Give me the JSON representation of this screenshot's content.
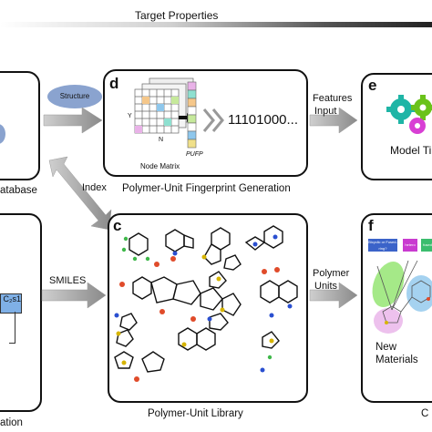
{
  "header": {
    "title": "Target Properties"
  },
  "panels": {
    "a": {
      "caption": "atabase"
    },
    "b": {
      "caption": "ation"
    },
    "c": {
      "letter": "c",
      "caption": "Polymer-Unit Library"
    },
    "d": {
      "letter": "d",
      "caption": "Polymer-Unit Fingerprint Generation",
      "matrix_label": "Node Matrix",
      "fingerprint": "11101000...",
      "vec_label": "PUFP",
      "axis_n": "N",
      "axis_y": "Y"
    },
    "e": {
      "letter": "e",
      "caption": "Model Ti"
    },
    "f": {
      "letter": "f",
      "caption": "New Materials",
      "bottom_text": "C"
    }
  },
  "labels": {
    "structure": "Structure",
    "index": "Index",
    "smiles": "SMILES",
    "features_input_1": "Features",
    "features_input_2": "Input",
    "polymer_units_1": "Polymer",
    "polymer_units_2": "Units",
    "cs": "C₂s1"
  },
  "f_tags": [
    "Bicyclic or Fused-ring?",
    "hetero ring",
    "fused"
  ],
  "colors": {
    "structure_ellipse": "#8aa3cf",
    "gear_teal": "#1fb5a6",
    "gear_green": "#6ac21a",
    "gear_magenta": "#d83fd4",
    "highlight_green": "#8ee46a",
    "highlight_blue": "#8ec7ec",
    "highlight_pink": "#e9b2e8"
  }
}
